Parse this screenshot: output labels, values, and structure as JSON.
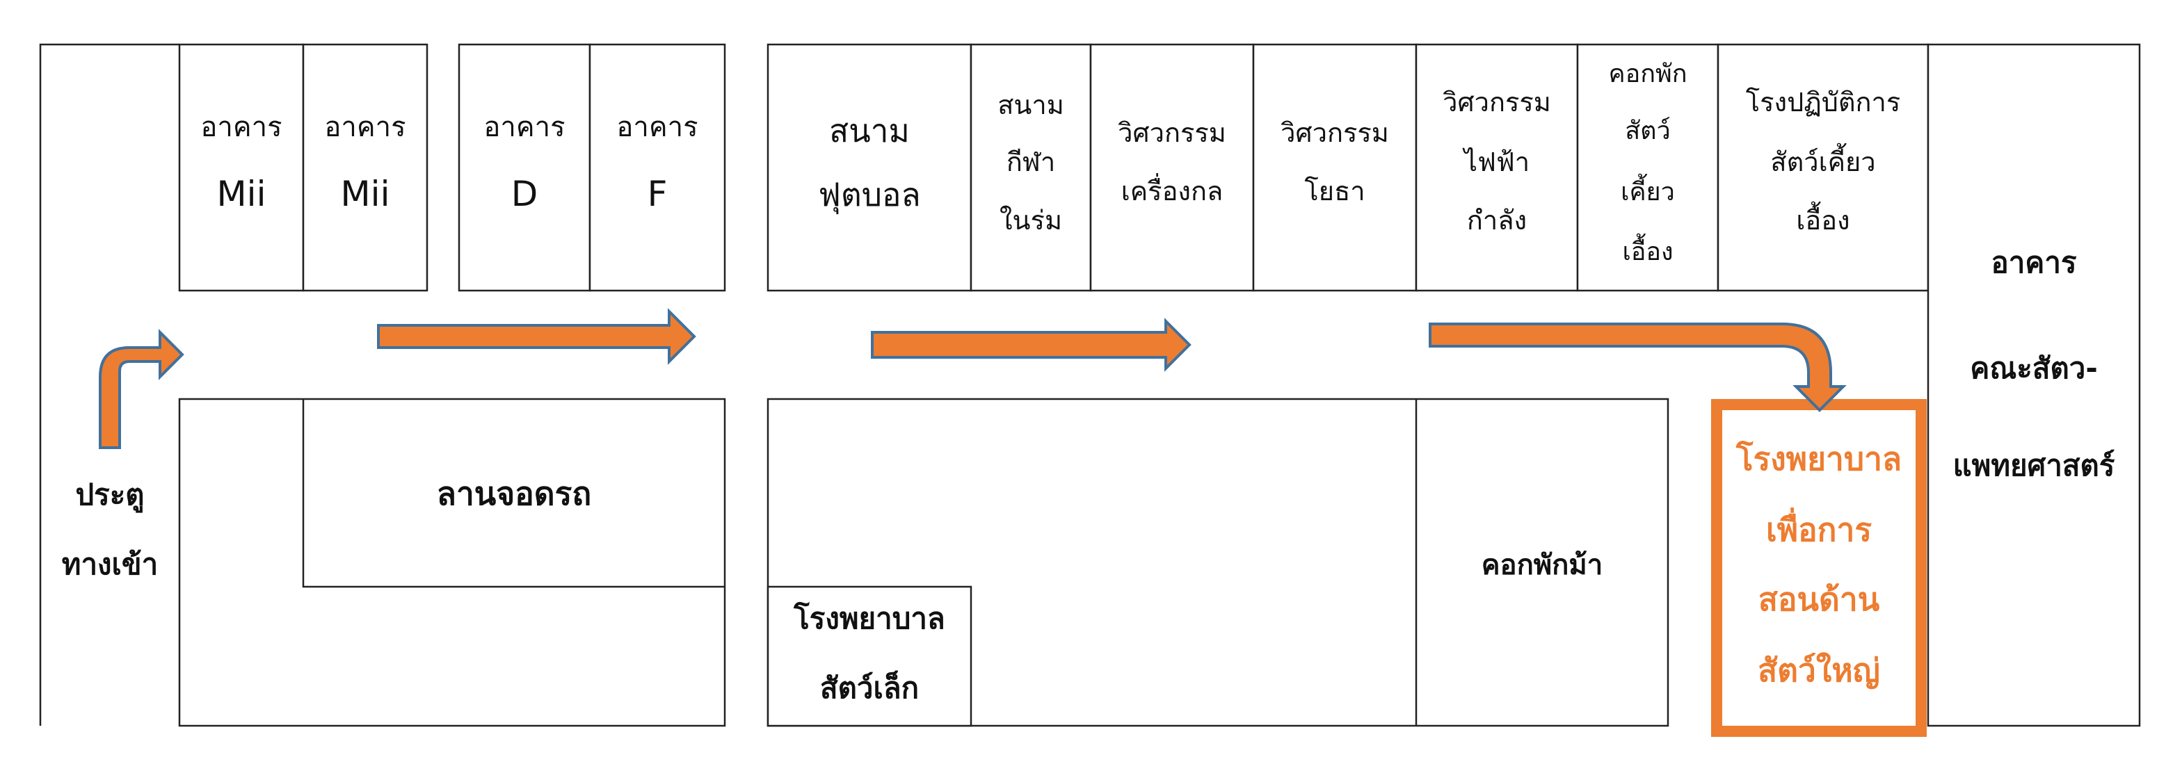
{
  "colors": {
    "accent": "#ED7D31",
    "arrow_outline": "#41719C",
    "line": "#222222"
  },
  "buildings": {
    "mii_1": [
      "อาคาร",
      "Mii"
    ],
    "mii_2": [
      "อาคาร",
      "Mii"
    ],
    "building_d": [
      "อาคาร",
      "D"
    ],
    "building_f": [
      "อาคาร",
      "F"
    ],
    "football_field": [
      "สนาม",
      "ฟุตบอล"
    ],
    "indoor_stadium": [
      "สนาม",
      "กีฬา",
      "ในร่ม"
    ],
    "mechanical_eng": [
      "วิศวกรรม",
      "เครื่องกล"
    ],
    "civil_eng": [
      "วิศวกรรม",
      "โยธา"
    ],
    "power_eng": [
      "วิศวกรรม",
      "ไฟฟ้า",
      "กำลัง"
    ],
    "ruminant_pen": [
      "คอกพัก",
      "สัตว์",
      "เคี้ยว",
      "เอื้อง"
    ],
    "ruminant_lab": [
      "โรงปฏิบัติการ",
      "สัตว์เคี้ยว",
      "เอื้อง"
    ],
    "vet_faculty": [
      "อาคาร",
      "คณะสัตว-",
      "แพทยศาสตร์"
    ],
    "entrance_gate": [
      "ประตู",
      "ทางเข้า"
    ],
    "parking_lot": [
      "ลานจอดรถ"
    ],
    "small_animal_hospital": [
      "โรงพยาบาล",
      "สัตว์เล็ก"
    ],
    "horse_stable": [
      "คอกพักม้า"
    ],
    "large_animal_hospital": [
      "โรงพยาบาล",
      "เพื่อการ",
      "สอนด้าน",
      "สัตว์ใหญ่"
    ]
  }
}
